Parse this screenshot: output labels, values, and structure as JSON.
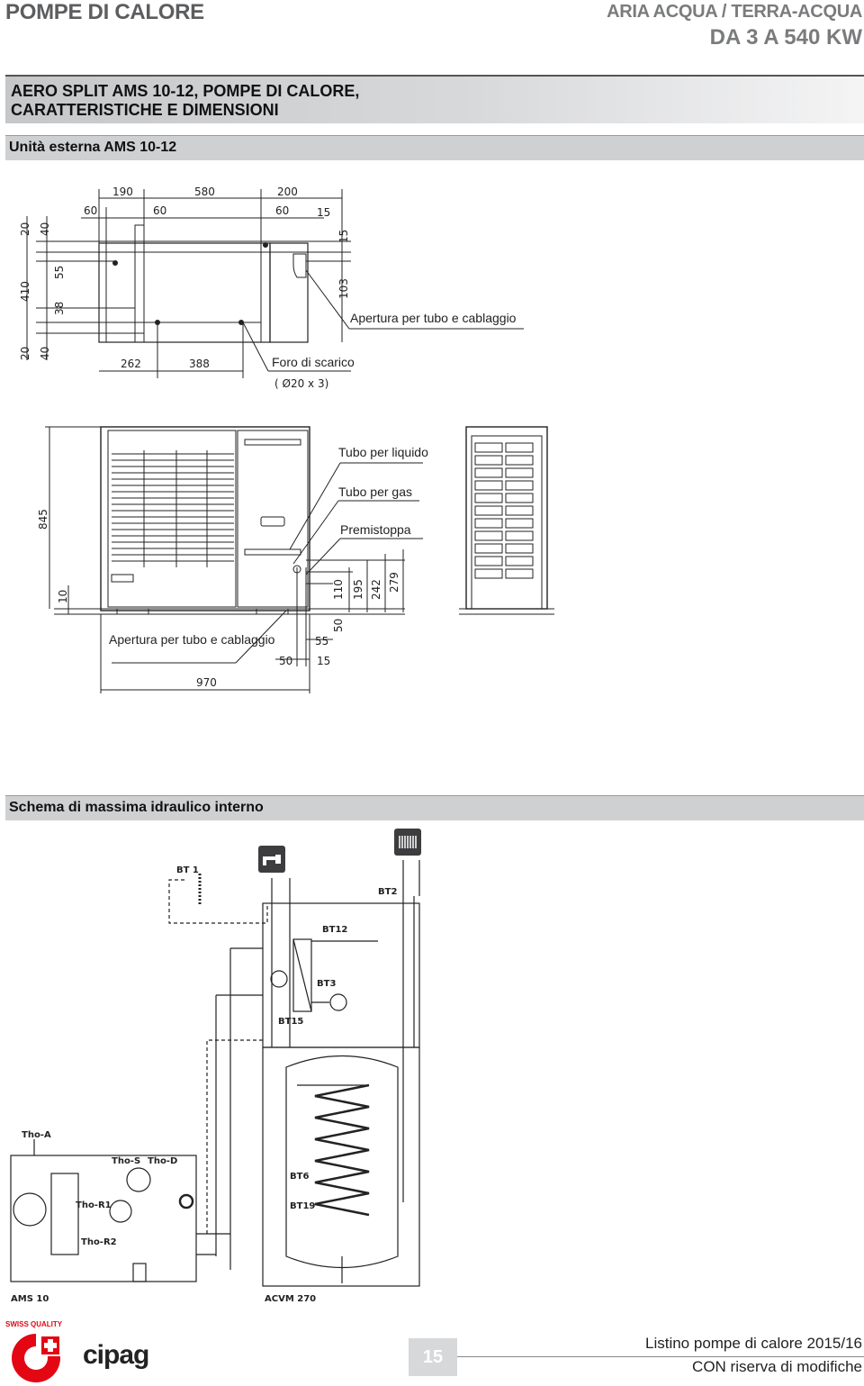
{
  "header": {
    "left_title": "POMPE DI CALORE",
    "right_line1": "ARIA ACQUA / TERRA-ACQUA",
    "right_line2": "DA 3 A 540 KW"
  },
  "title": {
    "line1": "AERO SPLIT AMS 10-12, POMPE DI CALORE,",
    "line2": "CARATTERISTICHE E DIMENSIONI"
  },
  "section1": {
    "label": "Unità esterna AMS 10-12"
  },
  "top_view": {
    "dims_top": [
      "190",
      "580",
      "200"
    ],
    "dims_top2": [
      "60",
      "60",
      "60",
      "15"
    ],
    "dims_left": [
      "20",
      "40",
      "55",
      "410",
      "38",
      "20",
      "40"
    ],
    "dims_right": [
      "15",
      "103"
    ],
    "dims_bottom": [
      "262",
      "388"
    ],
    "label_opening": "Apertura per tubo e cablaggio",
    "label_drain": "Foro di scarico",
    "label_drain_size": "( Ø20 x 3)"
  },
  "front_view": {
    "label_liquid": "Tubo per liquido",
    "label_gas": "Tubo per gas",
    "label_gland": "Premistoppa",
    "label_opening": "Apertura per tubo e cablaggio",
    "dim_height": "845",
    "dim_foot": "10",
    "dims_right": [
      "110",
      "195",
      "242",
      "279"
    ],
    "dims_bottom": [
      "50",
      "55",
      "50",
      "15"
    ],
    "dim_width": "970"
  },
  "section2": {
    "label": "Schema di massima idraulico interno"
  },
  "schema": {
    "labels": [
      "BT 1",
      "BT2",
      "BT12",
      "BT3",
      "BT15",
      "BT6",
      "BT19",
      "Tho-A",
      "Tho-S",
      "Tho-D",
      "Tho-R1",
      "Tho-R2"
    ],
    "unit_outdoor": "AMS 10",
    "unit_indoor": "ACVM 270",
    "tap_icon": "tap-icon",
    "radiator_icon": "radiator-icon"
  },
  "footer": {
    "badge": "SWISS QUALITY",
    "brand": "cipag",
    "page": "15",
    "line1": "Listino pompe di calore 2015/16",
    "line2": "CON riserva di modifiche"
  }
}
